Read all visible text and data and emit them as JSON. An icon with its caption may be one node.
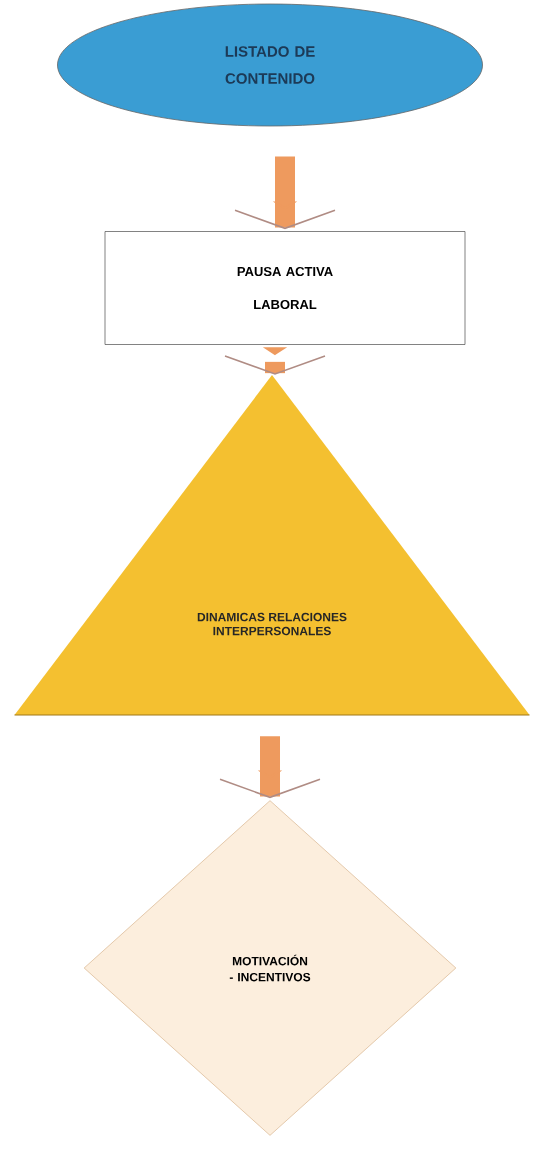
{
  "diagram": {
    "nodes": [
      {
        "text": [
          "LISTADO DE CONTENIDO"
        ]
      },
      {
        "text": [
          "PAUSA ACTIVA LABORAL"
        ]
      },
      {
        "text": [
          "DINAMICAS RELACIONES INTERPERSONALES"
        ]
      },
      {
        "text": [
          "MOTIVACIÓN - INCENTIVOS"
        ]
      }
    ],
    "edges": [
      {
        "from": 0,
        "to": 1,
        "arrow": "to"
      },
      {
        "from": 1,
        "to": 2,
        "arrow": "to"
      },
      {
        "from": 2,
        "to": 3,
        "arrow": "to"
      }
    ]
  }
}
